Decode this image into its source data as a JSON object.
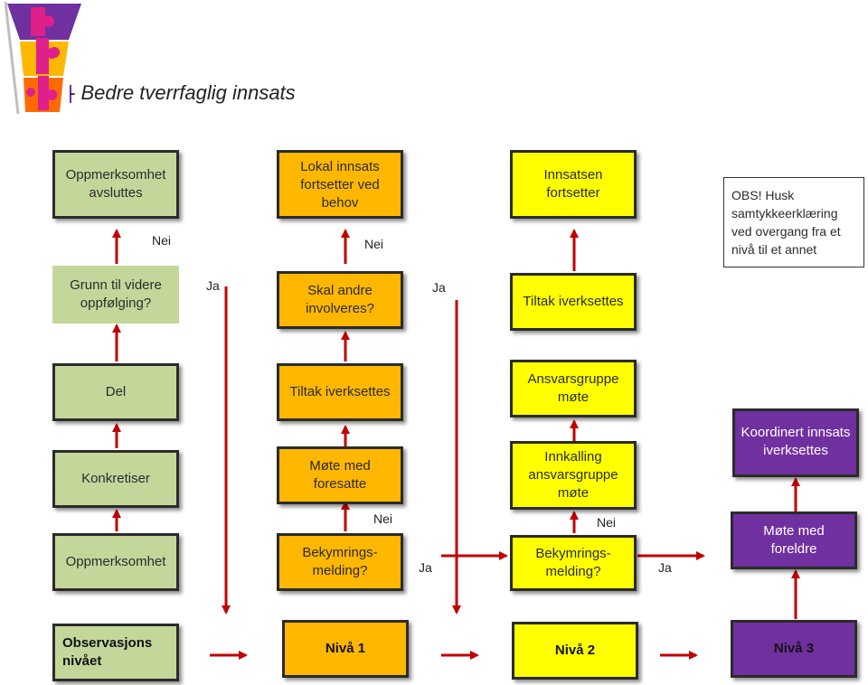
{
  "header": {
    "title": "- Bedre tverrfaglig innsats",
    "logo_icon": "puzzle-logo-icon"
  },
  "level1": {
    "oppmerksomhet_avsluttes": "Oppmerksomhet\navsluttes",
    "grunn_videre": "Grunn til videre\noppfølging?",
    "del": "Del",
    "konkretiser": "Konkretiser",
    "oppmerksomhet": "Oppmerksomhet",
    "observasjons": "Observasjons\nnivået"
  },
  "level2": {
    "lokal_innsats": "Lokal innsats\nfortsetter ved\nbehov",
    "skal_andre": "Skal andre\ninvolveres?",
    "tiltak": "Tiltak iverksettes",
    "mote_foresatte": "Møte med\nforesatte",
    "bekymring": "Bekymrings-\nmelding?",
    "niva": "Nivå  1"
  },
  "level3": {
    "innsatsen": "Innsatsen\nfortsetter",
    "tiltak": "Tiltak iverksettes",
    "ansvarsgruppe": "Ansvarsgruppe\nmøte",
    "innkalling": "Innkalling\nansvarsgruppe\nmøte",
    "bekymring": "Bekymrings-\nmelding?",
    "niva": "Nivå 2"
  },
  "level4": {
    "obs": "OBS! Husk\nsamtykkeerklæring\nved overgang fra et\nnivå til et annet",
    "koordinert": "Koordinert innsats\niverksettes",
    "mote_foreldre": "Møte med\nforeldre",
    "niva": "Nivå 3"
  },
  "labels": {
    "nei_1": "Nei",
    "nei_2": "Nei",
    "nei_3": "Nei",
    "nei_4": "Nei",
    "ja_1": "Ja",
    "ja_2": "Ja",
    "ja_3": "Ja",
    "ja_4": "Ja"
  },
  "colors": {
    "green": "#c4d79b",
    "orange": "#ffb700",
    "yellow": "#ffff00",
    "purple": "#7030a0",
    "arrow": "#c00000"
  }
}
